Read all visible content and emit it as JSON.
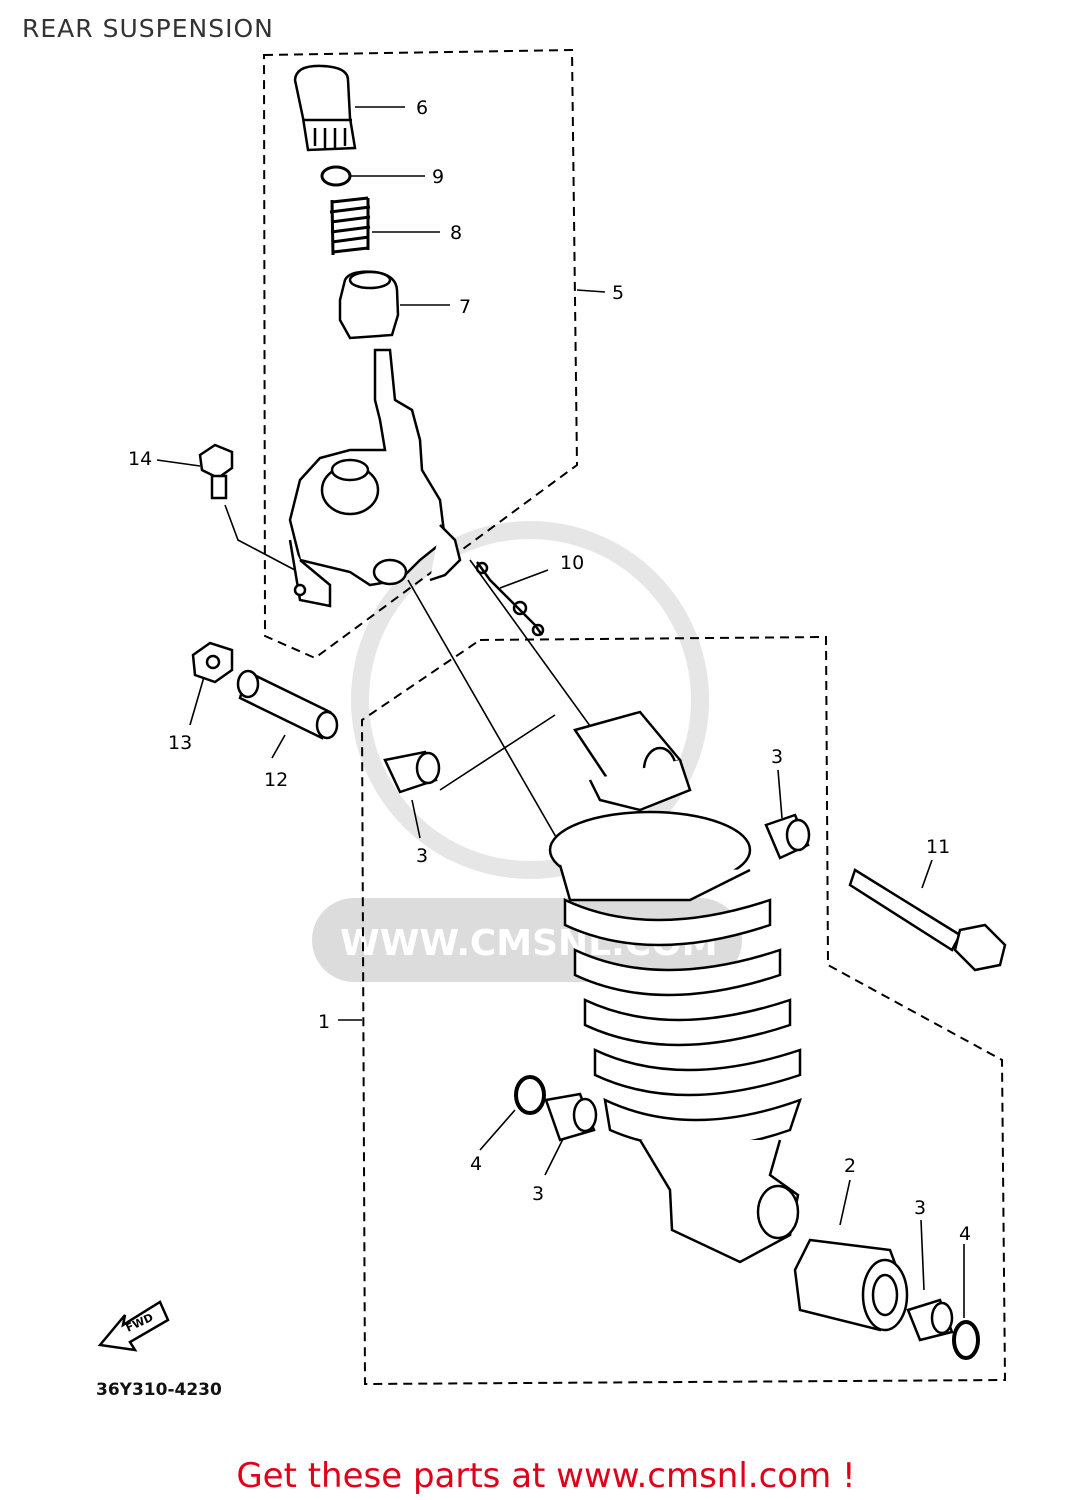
{
  "header": {
    "title": "REAR SUSPENSION"
  },
  "diagram": {
    "callouts": [
      {
        "id": "c6",
        "text": "6"
      },
      {
        "id": "c9",
        "text": "9"
      },
      {
        "id": "c8",
        "text": "8"
      },
      {
        "id": "c7",
        "text": "7"
      },
      {
        "id": "c5",
        "text": "5"
      },
      {
        "id": "c14",
        "text": "14"
      },
      {
        "id": "c10",
        "text": "10"
      },
      {
        "id": "c13",
        "text": "13"
      },
      {
        "id": "c12",
        "text": "12"
      },
      {
        "id": "c3a",
        "text": "3"
      },
      {
        "id": "c3b",
        "text": "3"
      },
      {
        "id": "c11",
        "text": "11"
      },
      {
        "id": "c1",
        "text": "1"
      },
      {
        "id": "c4a",
        "text": "4"
      },
      {
        "id": "c3c",
        "text": "3"
      },
      {
        "id": "c2",
        "text": "2"
      },
      {
        "id": "c3d",
        "text": "3"
      },
      {
        "id": "c4b",
        "text": "4"
      }
    ],
    "fwd_label": "FWD",
    "drawing_code": "36Y310-4230",
    "watermark": "WWW.CMSNL.COM"
  },
  "footer": {
    "text": "Get these parts at www.cmsnl.com !"
  },
  "colors": {
    "footer": "#e0001a",
    "line": "#000000",
    "watermark": "#d9d9d9"
  }
}
